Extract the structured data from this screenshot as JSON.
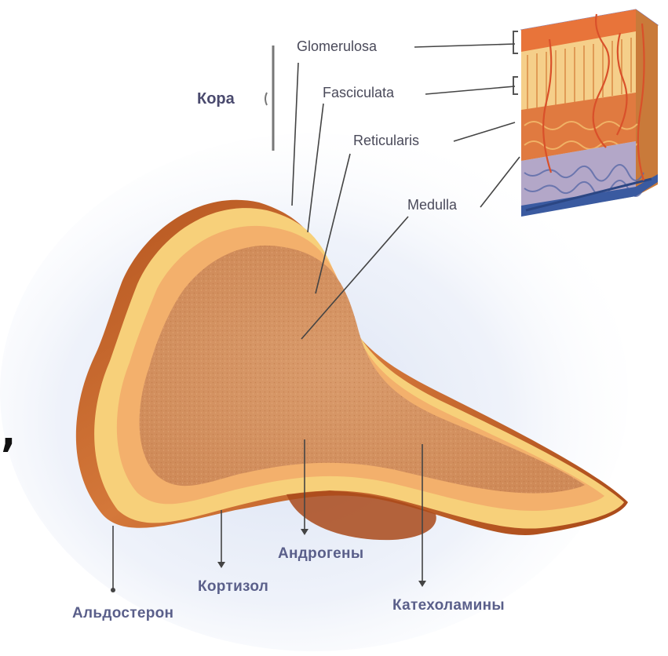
{
  "labels": {
    "cortex": "Кора",
    "glomerulosa": "Glomerulosa",
    "fasciculata": "Fasciculata",
    "reticularis": "Reticularis",
    "medulla": "Medulla"
  },
  "hormones": {
    "aldosterone": "Альдостерон",
    "cortisol": "Кортизол",
    "androgens": "Андрогены",
    "catecholamines": "Катехоламины"
  },
  "stray_mark": ",",
  "colors": {
    "capsule": "#c8682a",
    "cortex_outer": "#f7d27a",
    "cortex_inner": "#f3a868",
    "medulla": "#d98d5c",
    "vessel_red": "#d9502a",
    "vessel_blue": "#3a5aa0",
    "halo": "#dfe6f4"
  }
}
